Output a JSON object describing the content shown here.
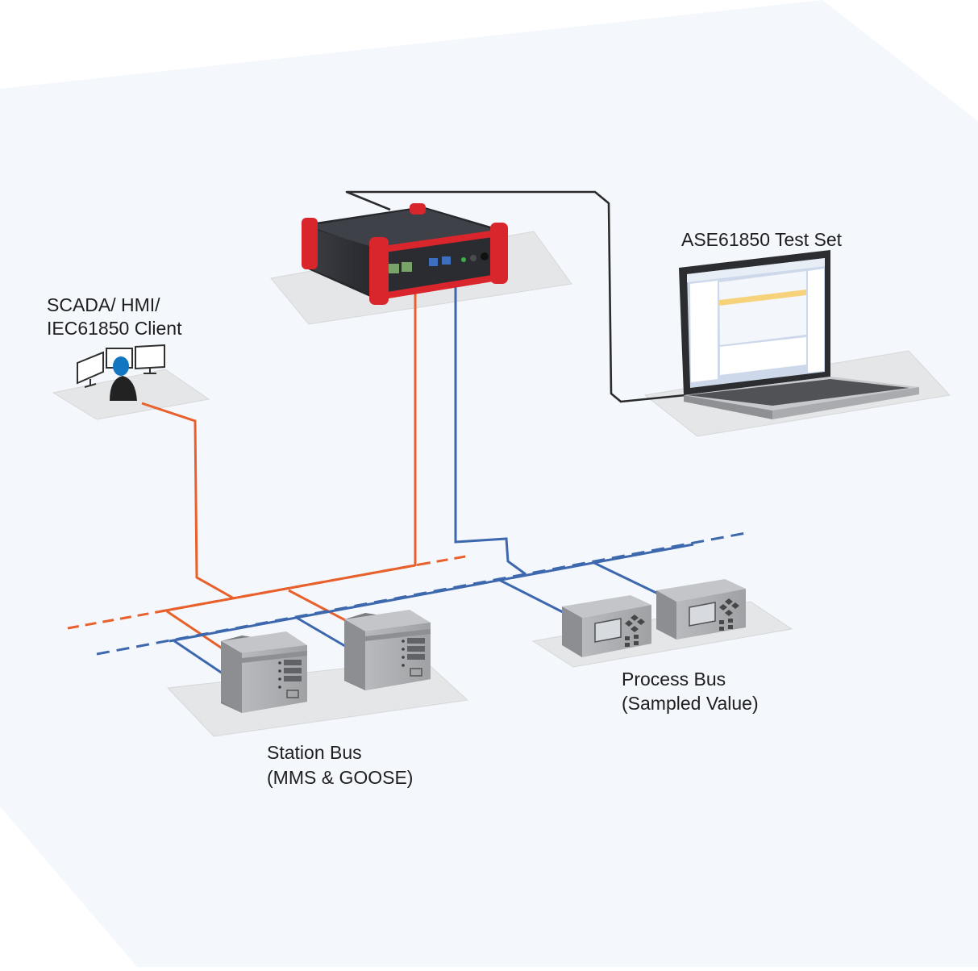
{
  "labels": {
    "client_line1": "SCADA/ HMI/",
    "client_line2": "IEC61850 Client",
    "testset": "ASE61850 Test Set",
    "station_line1": "Station Bus",
    "station_line2": "(MMS & GOOSE)",
    "process_line1": "Process Bus",
    "process_line2": "(Sampled Value)"
  },
  "colors": {
    "background": "#f4f8fc",
    "band": "#dde7f2",
    "platform": "#e9e9ea",
    "station_bus": "#e8602c",
    "process_bus": "#3d68ad",
    "device_red": "#d8262c",
    "device_body": "#34373c",
    "ied_gray": "#a6a8ab",
    "user_blue": "#1277c0",
    "cable": "#2b2b2b"
  },
  "icons": [
    "user-with-monitors-icon",
    "test-device-icon",
    "laptop-icon",
    "ied-relay-icon",
    "merging-unit-icon"
  ]
}
